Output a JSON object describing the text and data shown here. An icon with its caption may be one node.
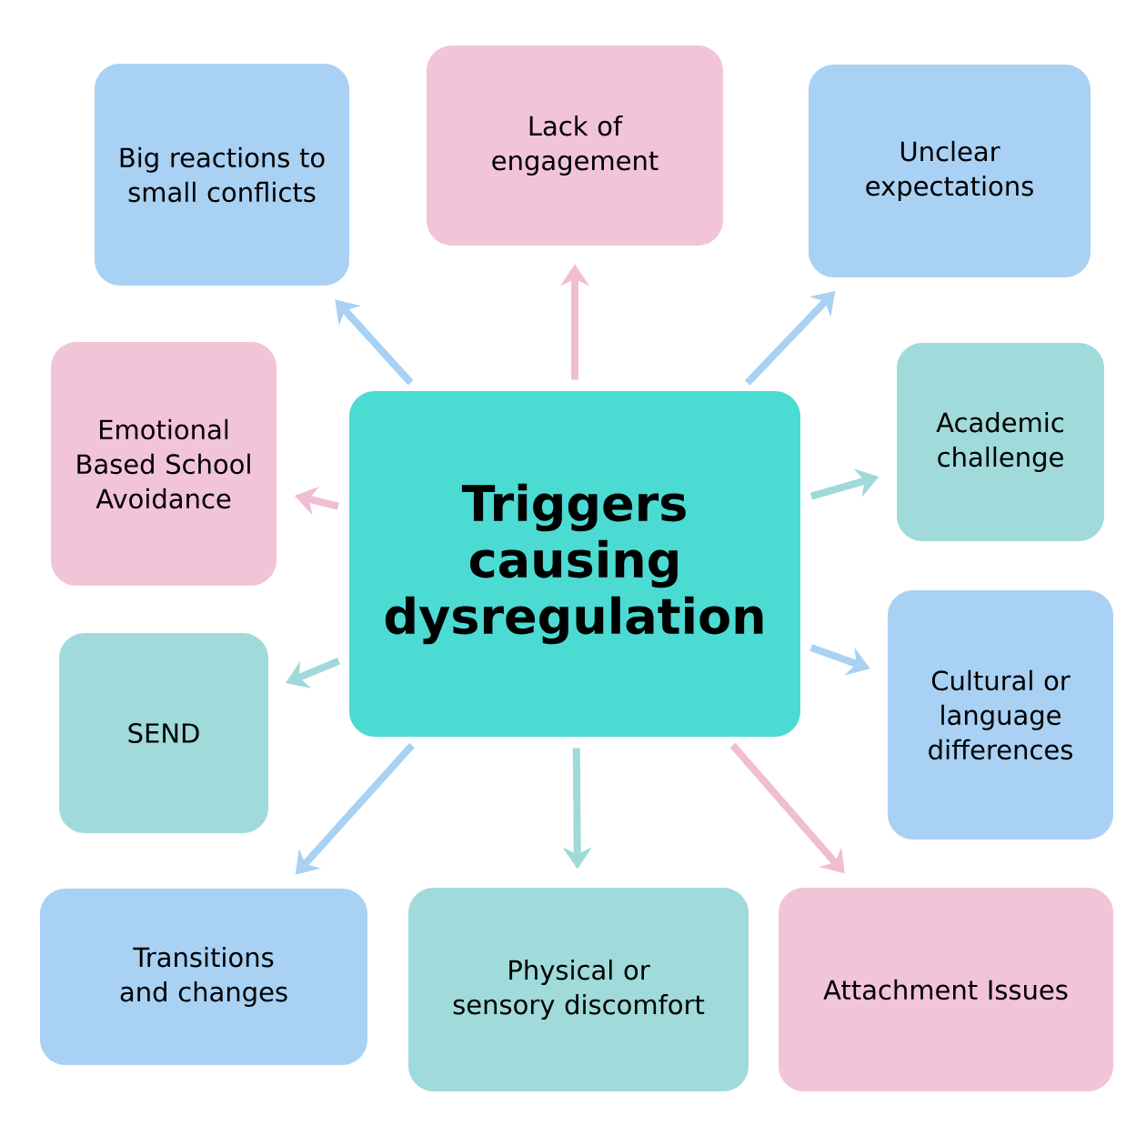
{
  "diagram": {
    "nodes": [
      {
        "text": [
          "Triggers causing dysregulation"
        ]
      },
      {
        "text": [
          "Big reactions to small conflicts"
        ]
      },
      {
        "text": [
          "Lack of engagement"
        ]
      },
      {
        "text": [
          "Unclear expectations"
        ]
      },
      {
        "text": [
          "Emotional Based School Avoidance"
        ]
      },
      {
        "text": [
          "Academic challenge"
        ]
      },
      {
        "text": [
          "SEND"
        ]
      },
      {
        "text": [
          "Cultural or language differences"
        ]
      },
      {
        "text": [
          "Transitions and changes"
        ]
      },
      {
        "text": [
          "Physical or sensory discomfort"
        ]
      },
      {
        "text": [
          "Attachment Issues"
        ]
      }
    ],
    "edges": [
      {
        "from": 0,
        "to": 1,
        "arrow": "to",
        "color": "#a9d1f3"
      },
      {
        "from": 0,
        "to": 2,
        "arrow": "to",
        "color": "#f1bdd3"
      },
      {
        "from": 0,
        "to": 3,
        "arrow": "to",
        "color": "#a9d1f3"
      },
      {
        "from": 0,
        "to": 4,
        "arrow": "to",
        "color": "#f1bdd3"
      },
      {
        "from": 0,
        "to": 5,
        "arrow": "to",
        "color": "#9fd9d9"
      },
      {
        "from": 0,
        "to": 6,
        "arrow": "to",
        "color": "#9fd9d9"
      },
      {
        "from": 0,
        "to": 7,
        "arrow": "to",
        "color": "#a9d1f3"
      },
      {
        "from": 0,
        "to": 8,
        "arrow": "to",
        "color": "#a9d1f3"
      },
      {
        "from": 0,
        "to": 9,
        "arrow": "to",
        "color": "#9fd9d9"
      },
      {
        "from": 0,
        "to": 10,
        "arrow": "to",
        "color": "#f1bdd3"
      }
    ]
  }
}
